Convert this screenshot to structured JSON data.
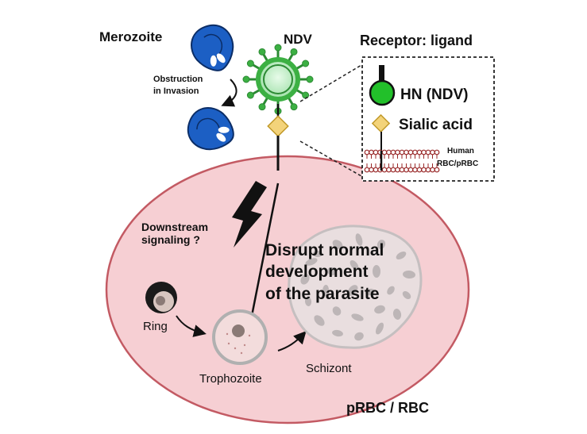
{
  "labels": {
    "merozoite": "Merozoite",
    "ndv": "NDV",
    "obstruction_line1": "Obstruction",
    "obstruction_line2": "in Invasion",
    "receptor_title": "Receptor: ligand",
    "hn": "HN (NDV)",
    "sialic": "Sialic acid",
    "human_line1": "Human",
    "human_line2": "RBC/pRBC",
    "downstream_line1": "Downstream",
    "downstream_line2": "signaling ?",
    "disrupt_line1": "Disrupt normal",
    "disrupt_line2": "development",
    "disrupt_line3": "of the parasite",
    "ring": "Ring",
    "trophozoite": "Trophozoite",
    "schizont": "Schizont",
    "prbc": "pRBC / RBC"
  },
  "colors": {
    "cell_fill": "#f6cfd3",
    "cell_stroke": "#c35a63",
    "merozoite_blue": "#1c5fc4",
    "virus_green": "#3cb043",
    "virus_light": "#b8ecc0",
    "sialic_yellow": "#f3d37a",
    "membrane_red": "#9a2a2a",
    "hn_green": "#22c02a"
  }
}
